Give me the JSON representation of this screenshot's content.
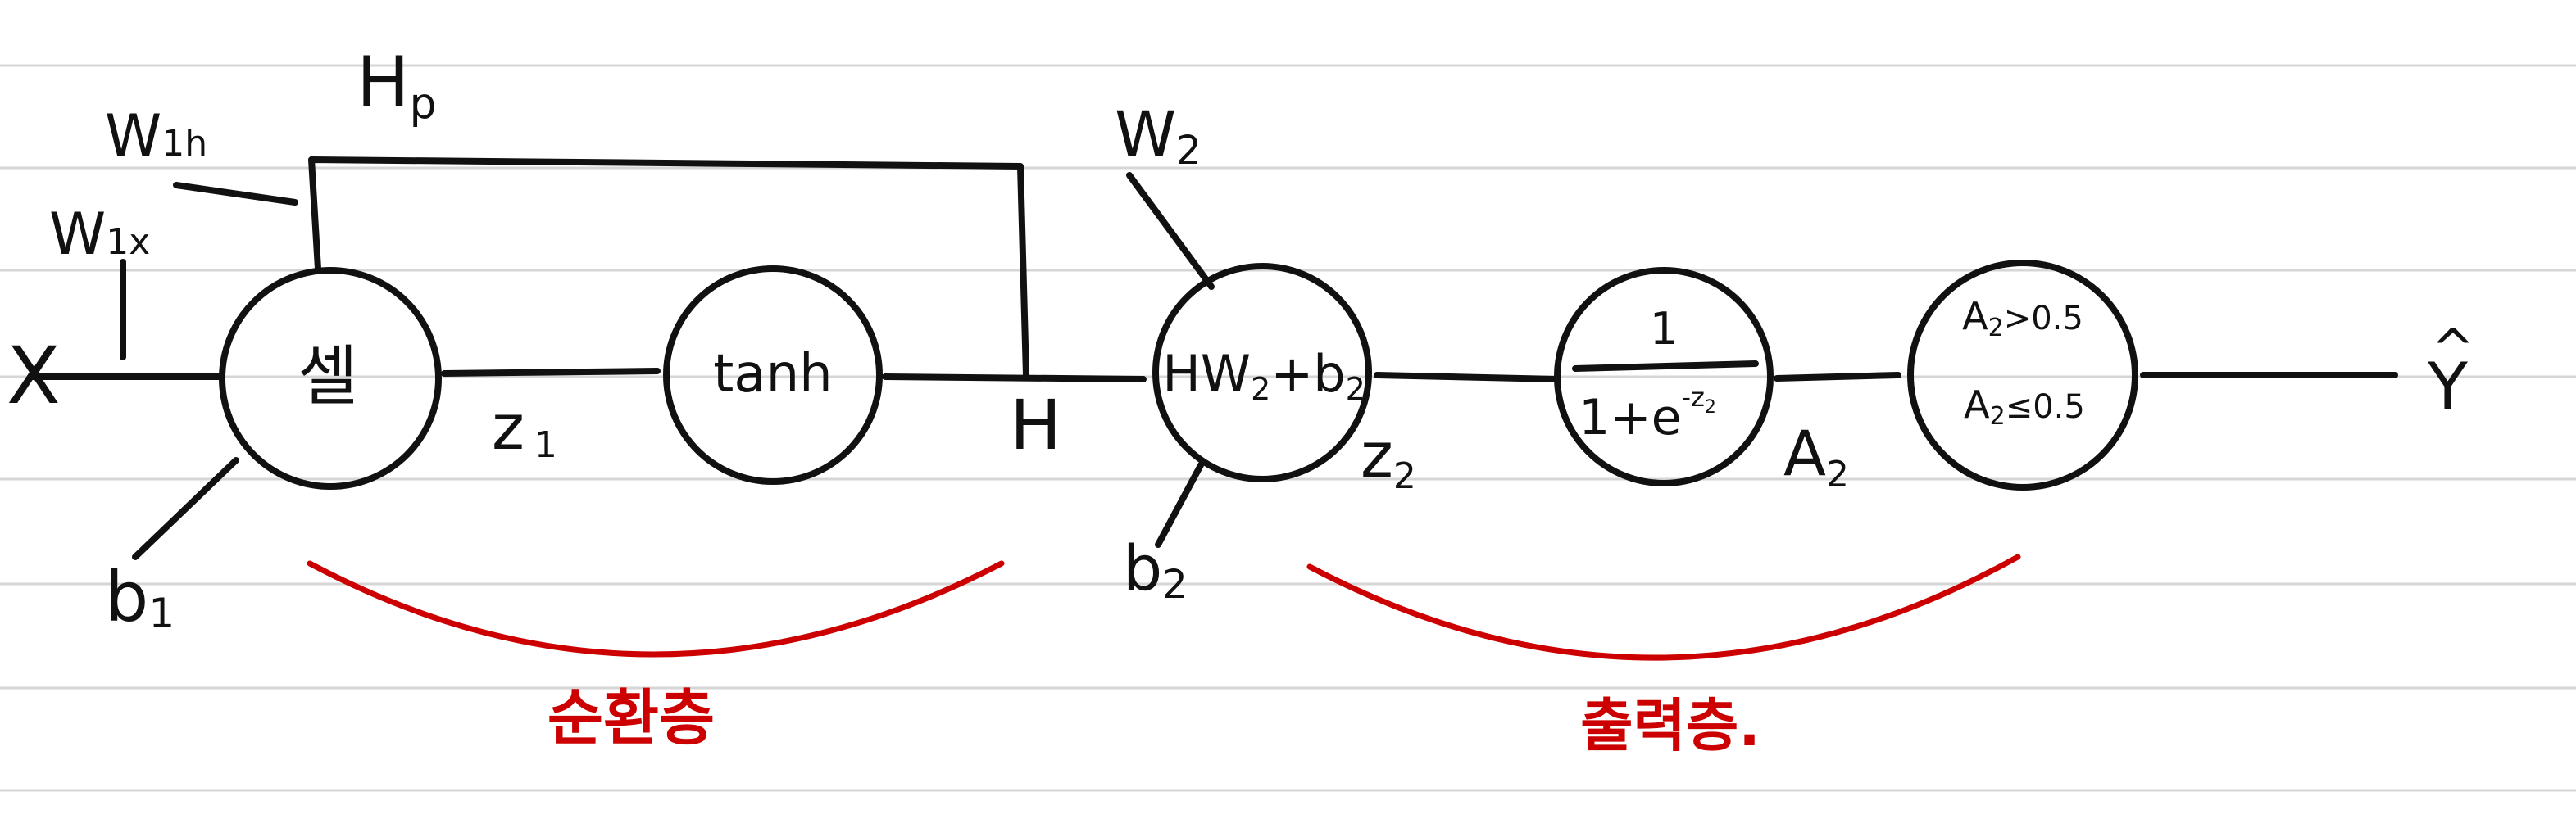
{
  "colors": {
    "ink": "#111111",
    "accent": "#cc0000",
    "rule": "#d6d6d6",
    "paper": "#ffffff"
  },
  "inputs": {
    "x": "X",
    "w1x": {
      "main": "W",
      "sub": "1x"
    },
    "w1h": {
      "main": "W",
      "sub": "1h"
    },
    "b1": {
      "main": "b",
      "sub": "1"
    },
    "hp": {
      "main": "H",
      "sub": "p"
    },
    "w2": {
      "main": "W",
      "sub": "2"
    },
    "b2": {
      "main": "b",
      "sub": "2"
    }
  },
  "nodes": {
    "cell": "셀",
    "tanh": "tanh",
    "linear": {
      "h": "HW",
      "w_sub": "2",
      "plus": "+b",
      "b_sub": "2"
    },
    "sigmoid": {
      "numerator": "1",
      "denominator": "1+e",
      "exp": "-z",
      "exp_sub": "2"
    },
    "threshold": {
      "line1": {
        "a": "A",
        "sub": "2",
        "rest": ">0.5"
      },
      "line2": {
        "a": "A",
        "sub": "2",
        "rest": "≤0.5"
      }
    }
  },
  "edges": {
    "z1": {
      "main": "z",
      "sub": "1"
    },
    "h": "H",
    "z2": {
      "main": "z",
      "sub": "2"
    },
    "a2": {
      "main": "A",
      "sub": "2"
    }
  },
  "output": {
    "yhat": "Y",
    "hat": "^"
  },
  "groups": {
    "recurrent_layer": "순환층",
    "output_layer": "출력층."
  }
}
